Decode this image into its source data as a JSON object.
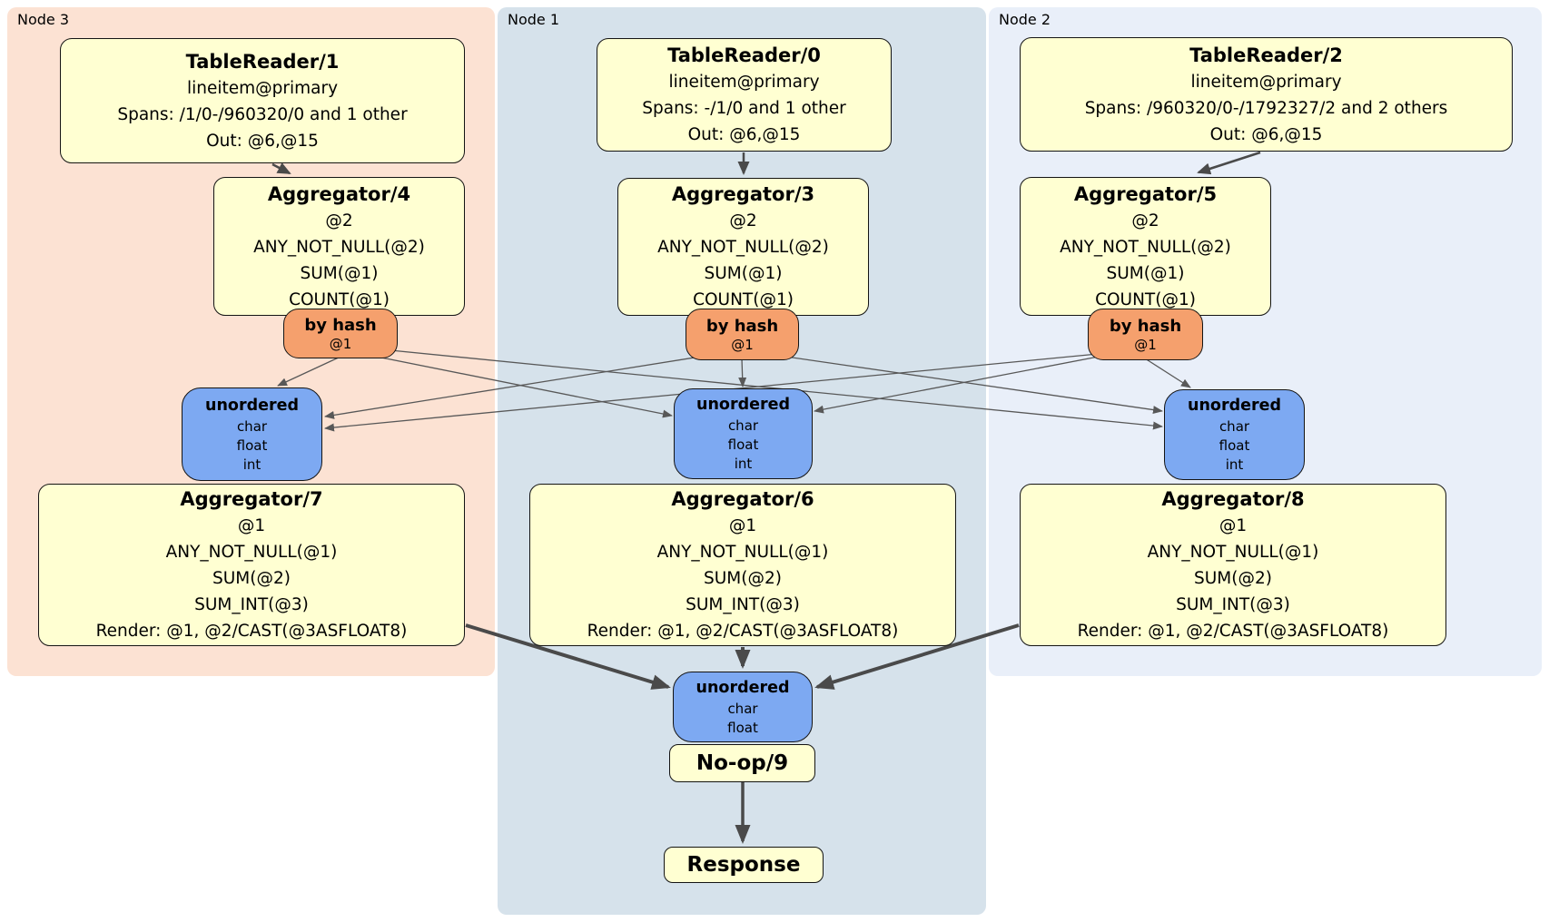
{
  "regions": {
    "node3": {
      "label": "Node 3"
    },
    "node1": {
      "label": "Node 1"
    },
    "node2": {
      "label": "Node 2"
    }
  },
  "colors": {
    "node3_bg": "#fce2d3",
    "node1_bg": "#d6e2eb",
    "node2_bg": "#e9eff9",
    "processor_bg": "#ffffd2",
    "router_bg": "#f5a06d",
    "sync_bg": "#7da9f2",
    "edge_thick": "#4a4a4a",
    "edge_thin": "#585858"
  },
  "boxes": {
    "tr1": {
      "title": "TableReader/1",
      "lines": [
        "lineitem@primary",
        "Spans: /1/0-/960320/0 and 1 other",
        "Out: @6,@15"
      ]
    },
    "tr0": {
      "title": "TableReader/0",
      "lines": [
        "lineitem@primary",
        "Spans: -/1/0 and 1 other",
        "Out: @6,@15"
      ]
    },
    "tr2": {
      "title": "TableReader/2",
      "lines": [
        "lineitem@primary",
        "Spans: /960320/0-/1792327/2 and 2 others",
        "Out: @6,@15"
      ]
    },
    "agg4": {
      "title": "Aggregator/4",
      "lines": [
        "@2",
        "ANY_NOT_NULL(@2)",
        "SUM(@1)",
        "COUNT(@1)"
      ]
    },
    "agg3": {
      "title": "Aggregator/3",
      "lines": [
        "@2",
        "ANY_NOT_NULL(@2)",
        "SUM(@1)",
        "COUNT(@1)"
      ]
    },
    "agg5": {
      "title": "Aggregator/5",
      "lines": [
        "@2",
        "ANY_NOT_NULL(@2)",
        "SUM(@1)",
        "COUNT(@1)"
      ]
    },
    "agg7": {
      "title": "Aggregator/7",
      "lines": [
        "@1",
        "ANY_NOT_NULL(@1)",
        "SUM(@2)",
        "SUM_INT(@3)",
        "Render: @1, @2/CAST(@3ASFLOAT8)"
      ]
    },
    "agg6": {
      "title": "Aggregator/6",
      "lines": [
        "@1",
        "ANY_NOT_NULL(@1)",
        "SUM(@2)",
        "SUM_INT(@3)",
        "Render: @1, @2/CAST(@3ASFLOAT8)"
      ]
    },
    "agg8": {
      "title": "Aggregator/8",
      "lines": [
        "@1",
        "ANY_NOT_NULL(@1)",
        "SUM(@2)",
        "SUM_INT(@3)",
        "Render: @1, @2/CAST(@3ASFLOAT8)"
      ]
    },
    "noop": {
      "title": "No-op/9"
    },
    "response": {
      "title": "Response"
    }
  },
  "routers": {
    "r4": {
      "label": "by hash",
      "key": "@1"
    },
    "r3": {
      "label": "by hash",
      "key": "@1"
    },
    "r5": {
      "label": "by hash",
      "key": "@1"
    }
  },
  "syncs": {
    "s3": {
      "title": "unordered",
      "items": [
        "char",
        "float",
        "int"
      ]
    },
    "s1": {
      "title": "unordered",
      "items": [
        "char",
        "float",
        "int"
      ]
    },
    "s2": {
      "title": "unordered",
      "items": [
        "char",
        "float",
        "int"
      ]
    },
    "sfinal": {
      "title": "unordered",
      "items": [
        "char",
        "float"
      ]
    }
  }
}
